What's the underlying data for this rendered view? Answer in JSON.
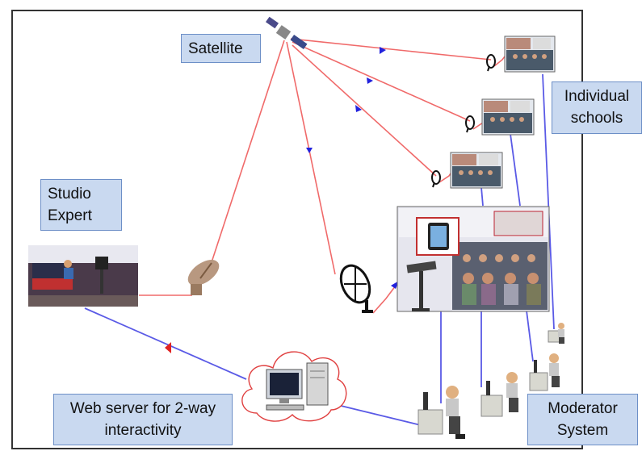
{
  "labels": {
    "satellite": "Satellite",
    "individual_schools": [
      "Individual",
      "schools"
    ],
    "studio_expert": [
      "Studio",
      "Expert"
    ],
    "web_server": [
      "Web server for 2-way",
      "interactivity"
    ],
    "moderator_system": [
      "Moderator",
      "System"
    ]
  },
  "colors": {
    "satellite_link": "#f06a6a",
    "network_link": "#5a5ae6",
    "label_fill": "#c9d9f0",
    "label_border": "#6d8fc7"
  },
  "icons": [
    "satellite-icon",
    "dish-antenna-icon",
    "desktop-computer-icon",
    "person-at-computer-icon",
    "classroom-photo-icon",
    "studio-photo-icon",
    "tablet-icon",
    "lectern-icon"
  ]
}
